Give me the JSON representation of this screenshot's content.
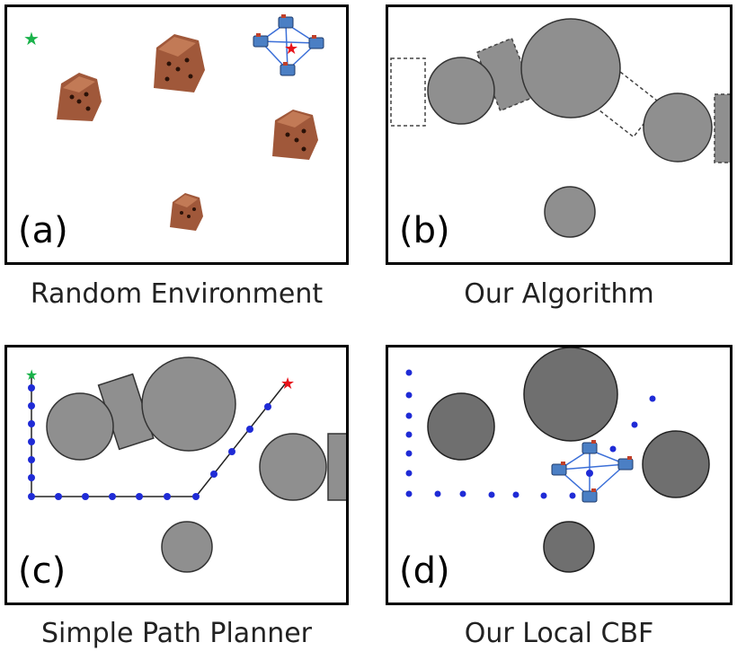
{
  "panels": [
    {
      "tag": "(a)",
      "caption": "Random Environment"
    },
    {
      "tag": "(b)",
      "caption": "Our Algorithm"
    },
    {
      "tag": "(c)",
      "caption": "Simple Path Planner"
    },
    {
      "tag": "(d)",
      "caption": "Our Local CBF"
    }
  ],
  "colors": {
    "obstacle": "#8f8f8f",
    "dark_obstacle": "#6f6f6f",
    "path": "#1f2bd6",
    "start_star": "#19b24a",
    "goal_star": "#e8121a",
    "rubble": "#a0583a",
    "robot_link": "#3b6fd8"
  }
}
